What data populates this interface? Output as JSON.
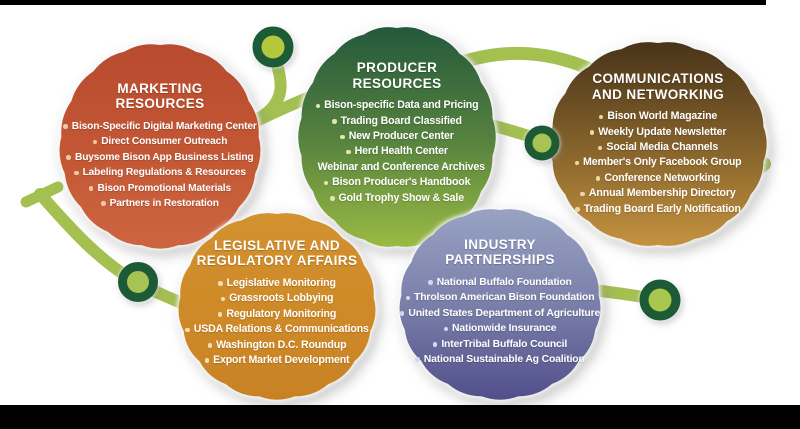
{
  "diagram": {
    "background_color": "#ffffff",
    "bar_color": "#000000",
    "connector_color": "#a3c051",
    "ring_border_color": "#1d5a36",
    "rings": [
      {
        "name": "top-connector-ring",
        "fill": "#b4c83b"
      },
      {
        "name": "left-connector-ring",
        "fill": "#a6c353"
      },
      {
        "name": "mid-connector-ring",
        "fill": "#a6c353"
      },
      {
        "name": "right-connector-ring",
        "fill": "#a9c64f"
      }
    ],
    "circles": [
      {
        "id": "marketing",
        "title": "MARKETING\nRESOURCES",
        "colors": {
          "top": "#b84b2f",
          "mid": "#c25634",
          "bottom": "#cd6540",
          "bullet": "#eacba5"
        },
        "items": [
          {
            "text": "Bison-Specific Digital Marketing Center"
          },
          {
            "text": "Direct Consumer Outreach"
          },
          {
            "text": "Buysome Bison App Business Listing"
          },
          {
            "text": "Labeling Regulations & Resources"
          },
          {
            "text": "Bison Promotional Materials"
          },
          {
            "text": "Partners in Restoration"
          }
        ]
      },
      {
        "id": "producer",
        "title": "PRODUCER\nRESOURCES",
        "colors": {
          "top": "#24593b",
          "mid": "#55813f",
          "bottom": "#9abb43",
          "bullet": "#dfe7ad"
        },
        "items": [
          {
            "text": "Bison-specific Data and Pricing"
          },
          {
            "text": "Trading Board Classified"
          },
          {
            "text": "New Producer Center"
          },
          {
            "text": "Herd Health Center"
          },
          {
            "text": "Webinar and Conference Archives",
            "bullet": false
          },
          {
            "text": "Bison Producer's Handbook"
          },
          {
            "text": "Gold Trophy Show & Sale"
          }
        ]
      },
      {
        "id": "communications",
        "title": "COMMUNICATIONS\nAND NETWORKING",
        "colors": {
          "top": "#49341a",
          "mid": "#7c5c28",
          "bottom": "#c5923f",
          "bullet": "#ead7a2"
        },
        "items": [
          {
            "text": "Bison World Magazine"
          },
          {
            "text": "Weekly Update Newsletter"
          },
          {
            "text": "Social Media Channels"
          },
          {
            "text": "Member's Only Facebook Group"
          },
          {
            "text": "Conference Networking"
          },
          {
            "text": "Annual Membership Directory"
          },
          {
            "text": "Trading Board Early Notification"
          }
        ]
      },
      {
        "id": "legislative",
        "title": "LEGISLATIVE AND\nREGULATORY AFFAIRS",
        "colors": {
          "top": "#d3912f",
          "mid": "#cf8a28",
          "bottom": "#c88224",
          "bullet": "#f1dfb2"
        },
        "items": [
          {
            "text": "Legislative Monitoring"
          },
          {
            "text": "Grassroots Lobbying"
          },
          {
            "text": "Regulatory Monitoring"
          },
          {
            "text": "USDA Relations & Communications"
          },
          {
            "text": "Washington D.C. Roundup"
          },
          {
            "text": "Export Market Development"
          }
        ]
      },
      {
        "id": "industry",
        "title": "INDUSTRY\nPARTNERSHIPS",
        "colors": {
          "top": "#98a3c3",
          "mid": "#7a7fa9",
          "bottom": "#514f8b",
          "bullet": "#cfd8ec"
        },
        "items": [
          {
            "text": "National Buffalo Foundation"
          },
          {
            "text": "Throlson American Bison Foundation"
          },
          {
            "text": "United States Department of Agriculture"
          },
          {
            "text": "Nationwide Insurance"
          },
          {
            "text": "InterTribal Buffalo Council"
          },
          {
            "text": "National Sustainable Ag Coalition"
          }
        ]
      }
    ]
  }
}
